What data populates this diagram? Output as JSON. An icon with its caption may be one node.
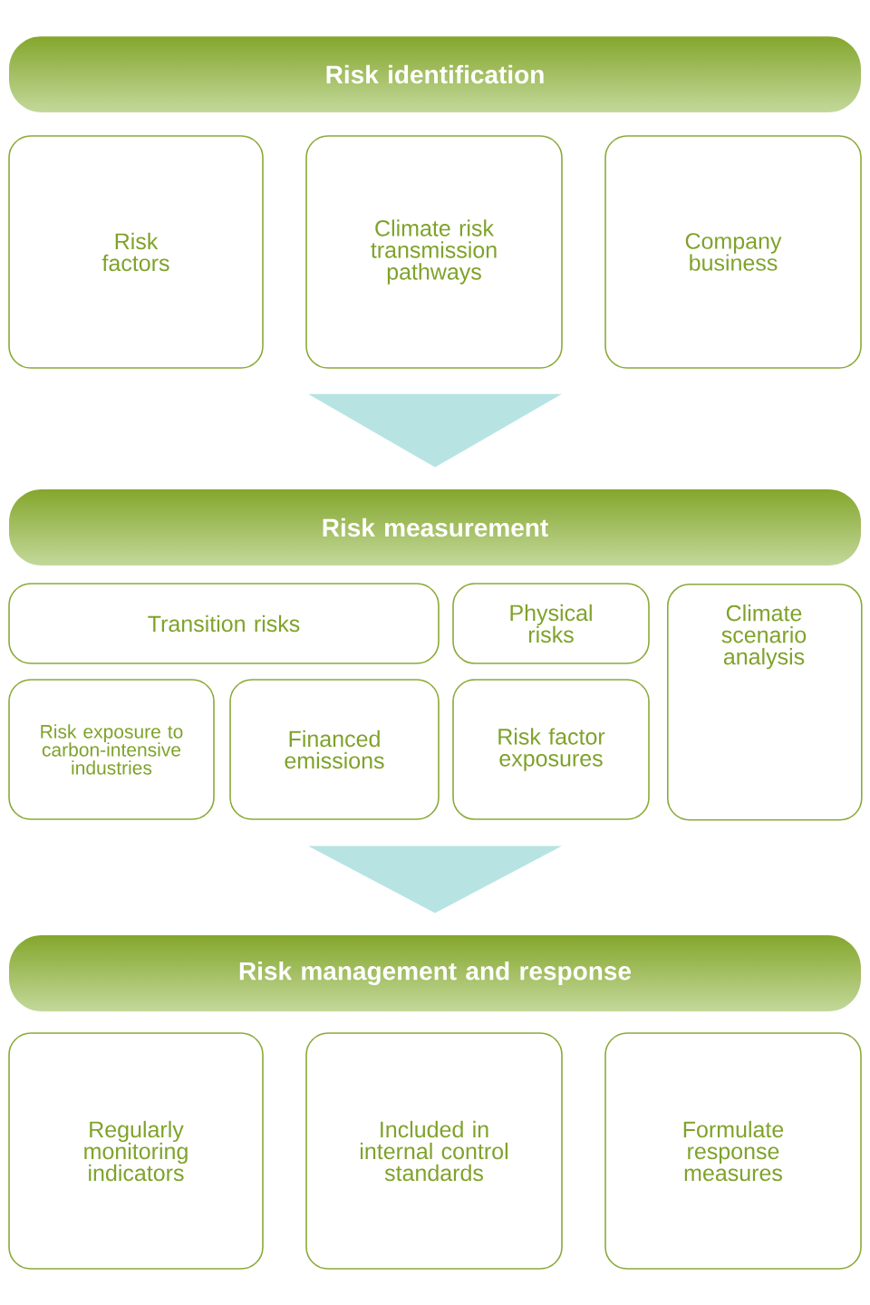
{
  "diagram": {
    "nodes": [
      {
        "text": [
          "Risk identification"
        ]
      },
      {
        "text": [
          "Risk factors"
        ]
      },
      {
        "text": [
          "Climate risk transmission pathways"
        ]
      },
      {
        "text": [
          "Company business"
        ]
      },
      {
        "text": [
          "Risk measurement"
        ]
      },
      {
        "text": [
          "Transition risks"
        ]
      },
      {
        "text": [
          "Physical risks"
        ]
      },
      {
        "text": [
          "Climate scenario analysis"
        ]
      },
      {
        "text": [
          "Risk exposure to carbon-intensive industries"
        ]
      },
      {
        "text": [
          "Financed emissions"
        ]
      },
      {
        "text": [
          "Risk factor exposures"
        ]
      },
      {
        "text": [
          "Risk management and response"
        ]
      },
      {
        "text": [
          "Regularly monitoring indicators"
        ]
      },
      {
        "text": [
          "Included in internal control standards"
        ]
      },
      {
        "text": [
          "Formulate response measures"
        ]
      }
    ],
    "edges": [
      {
        "from": 2,
        "to": 4,
        "arrow": "to"
      },
      {
        "from": null,
        "to": 11,
        "arrow": "to"
      }
    ]
  }
}
